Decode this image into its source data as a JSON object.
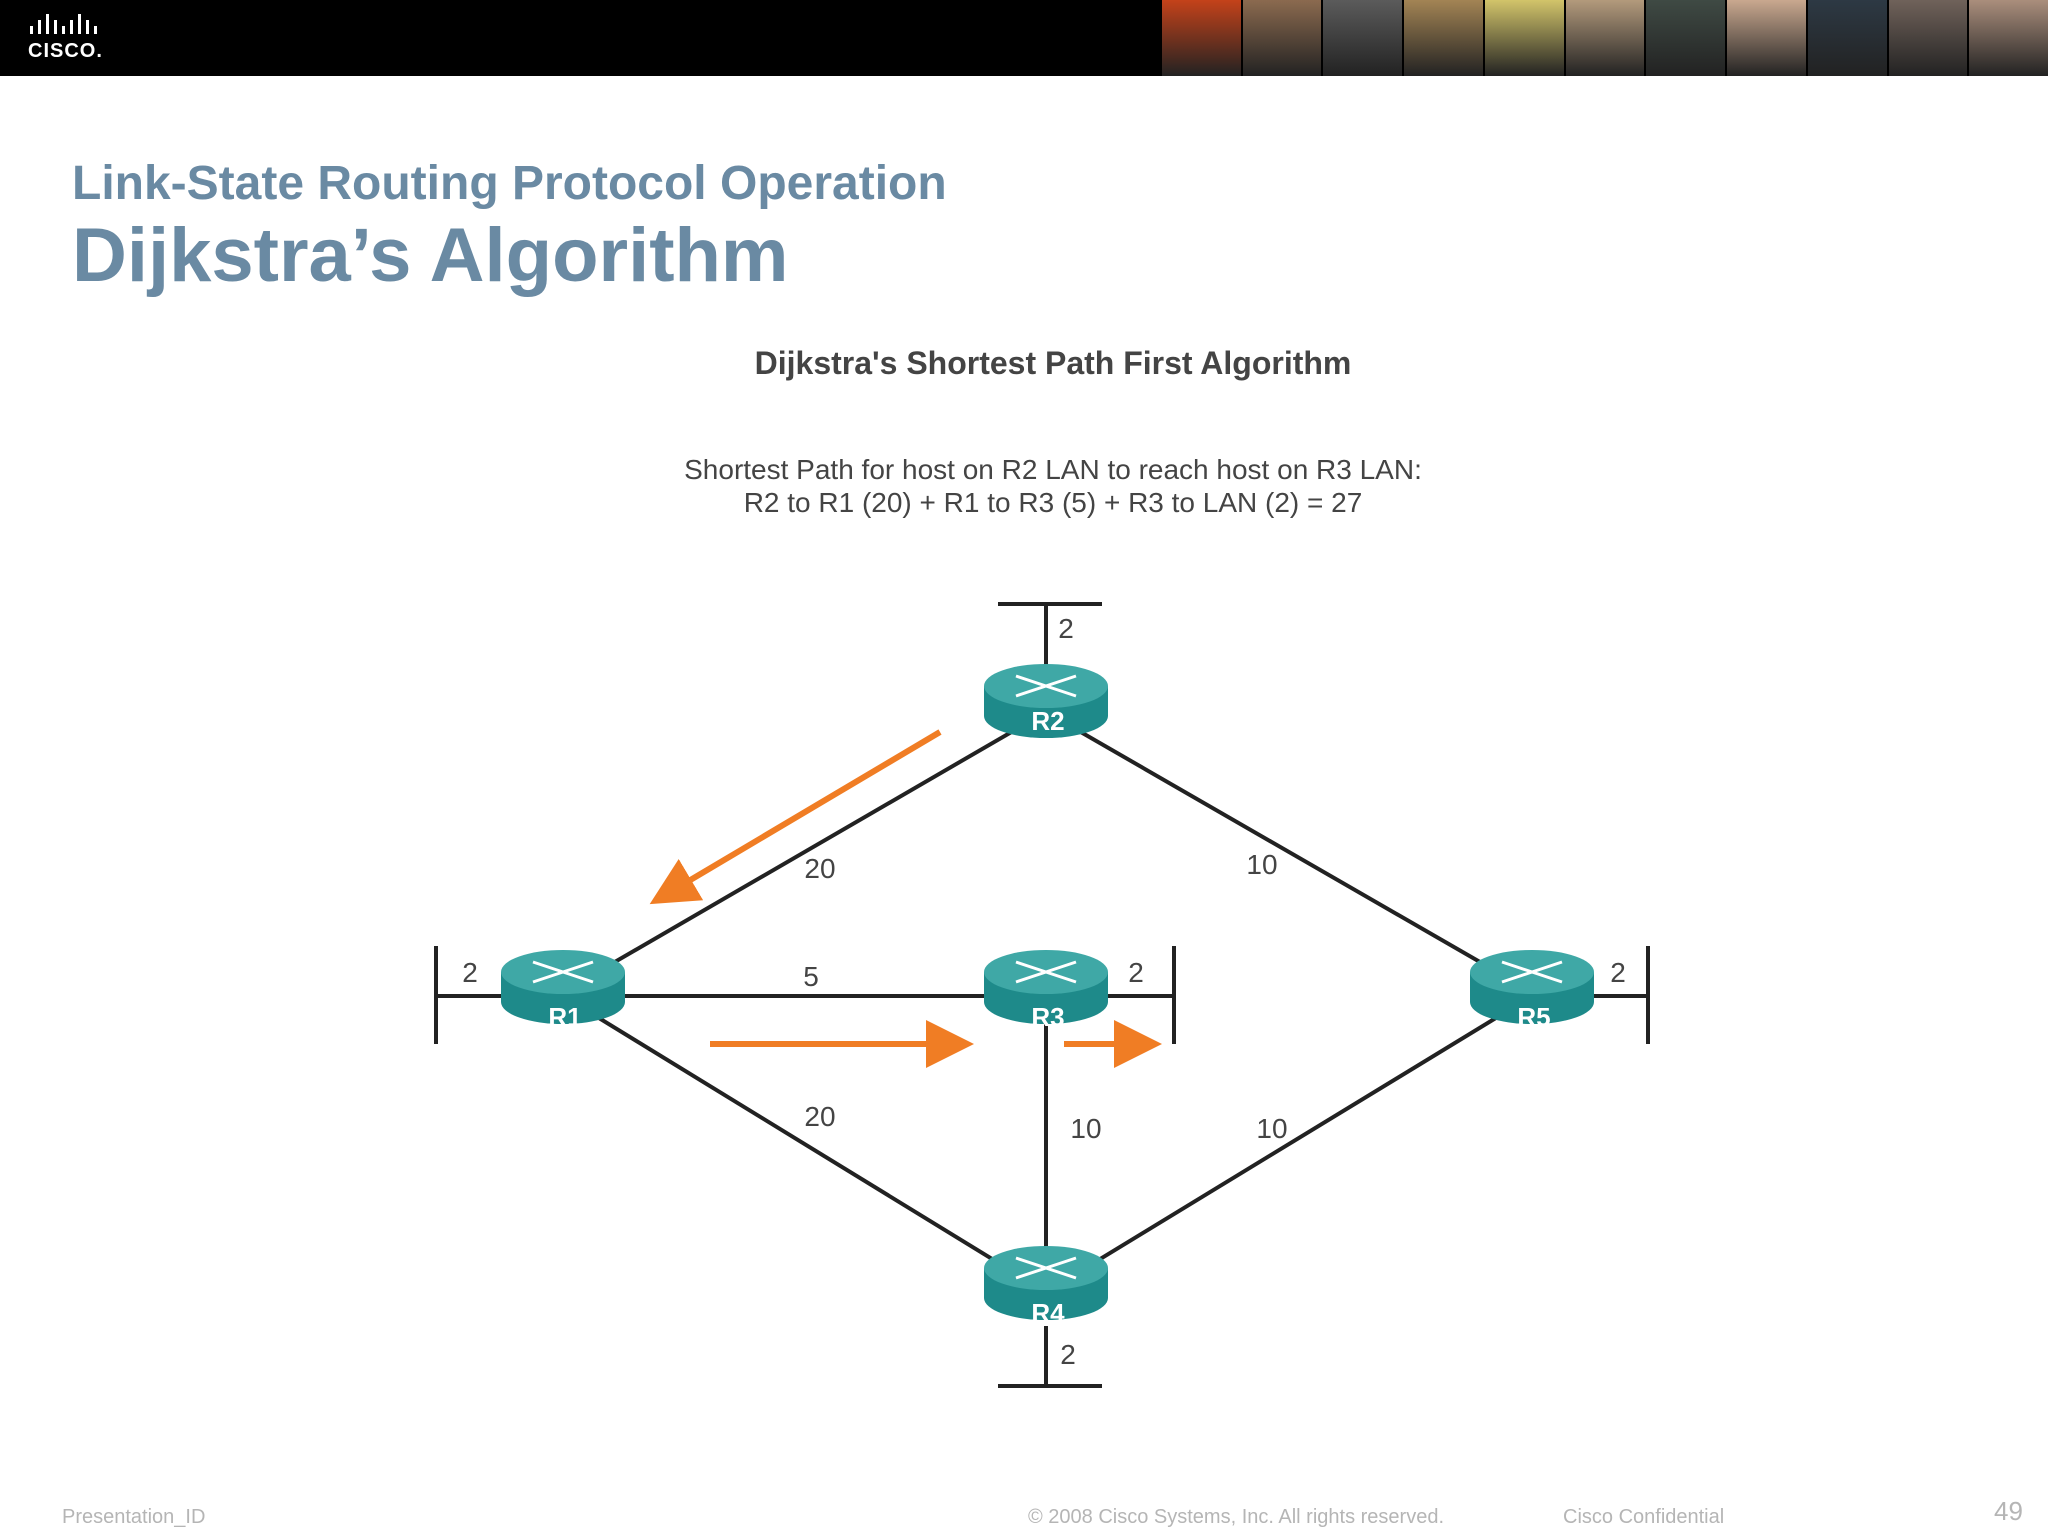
{
  "header": {
    "logo_text": "CISCO.",
    "photo_colors": [
      "#c4421a",
      "#8b6a4f",
      "#5b5b5b",
      "#a38454",
      "#d2c46a",
      "#b39a7c",
      "#3f4a44",
      "#c9a88f",
      "#2d3944",
      "#70625a",
      "#aa8e7c"
    ]
  },
  "slide": {
    "subtitle": "Link-State Routing Protocol Operation",
    "title": "Dijkstra’s Algorithm"
  },
  "diagram": {
    "heading": "Dijkstra's Shortest Path First Algorithm",
    "description_line1": "Shortest Path for host on R2 LAN to reach host on R3 LAN:",
    "description_line2": "R2 to R1 (20) + R1 to R3 (5) + R3 to LAN (2) = 27",
    "routers": {
      "r1": "R1",
      "r2": "R2",
      "r3": "R3",
      "r4": "R4",
      "r5": "R5"
    },
    "link_costs": {
      "r2_r1": "20",
      "r2_r5": "10",
      "r1_r3": "5",
      "r1_r4": "20",
      "r3_r4": "10",
      "r5_r4": "10"
    },
    "lan_costs": {
      "r1": "2",
      "r2": "2",
      "r3": "2",
      "r4": "2",
      "r5": "2"
    },
    "colors": {
      "router": "#1e8a8a",
      "router_top": "#3fa8a6",
      "link": "#222222",
      "path_arrow": "#f07d24"
    }
  },
  "footer": {
    "presentation_id": "Presentation_ID",
    "copyright": "© 2008 Cisco Systems, Inc. All rights reserved.",
    "confidential": "Cisco Confidential",
    "page_number": "49"
  }
}
